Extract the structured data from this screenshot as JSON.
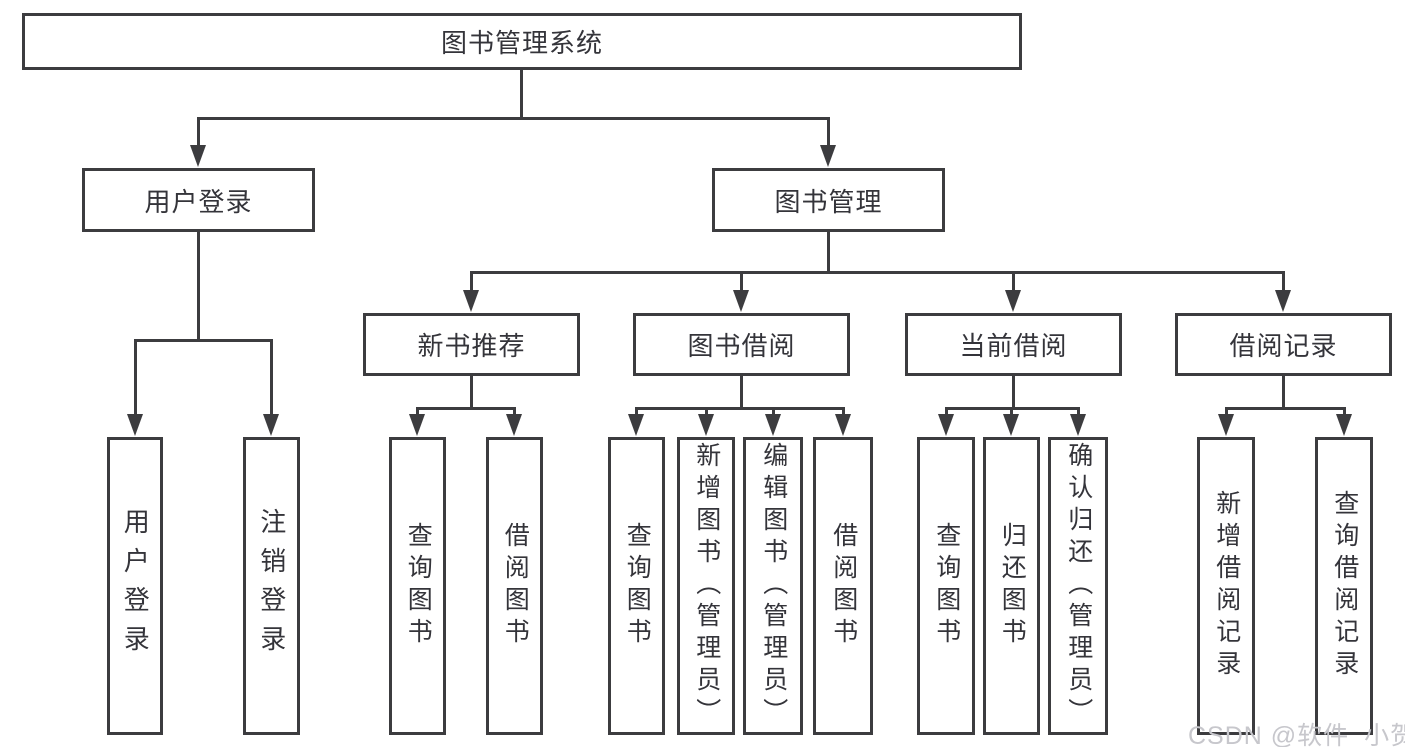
{
  "root": {
    "label": "图书管理系统"
  },
  "level2": [
    {
      "id": "user-login",
      "label": "用户登录"
    },
    {
      "id": "book-management",
      "label": "图书管理"
    }
  ],
  "level3": [
    {
      "id": "new-book-recommend",
      "label": "新书推荐"
    },
    {
      "id": "book-borrow",
      "label": "图书借阅"
    },
    {
      "id": "current-borrow",
      "label": "当前借阅"
    },
    {
      "id": "borrow-records",
      "label": "借阅记录"
    }
  ],
  "leaves": [
    {
      "group": "user-login",
      "label": "用户登录"
    },
    {
      "group": "user-login",
      "label": "注销登录"
    },
    {
      "group": "new-book-recommend",
      "label": "查询图书"
    },
    {
      "group": "new-book-recommend",
      "label": "借阅图书"
    },
    {
      "group": "book-borrow",
      "label": "查询图书"
    },
    {
      "group": "book-borrow",
      "label": "新增图书（管理员）"
    },
    {
      "group": "book-borrow",
      "label": "编辑图书（管理员）"
    },
    {
      "group": "book-borrow",
      "label": "借阅图书"
    },
    {
      "group": "current-borrow",
      "label": "查询图书"
    },
    {
      "group": "current-borrow",
      "label": "归还图书"
    },
    {
      "group": "current-borrow",
      "label": "确认归还（管理员）"
    },
    {
      "group": "borrow-records",
      "label": "新增借阅记录"
    },
    {
      "group": "borrow-records",
      "label": "查询借阅记录"
    }
  ],
  "watermark": {
    "text": "CSDN @软件_小贺同学"
  },
  "colors": {
    "line": "#3c3c3f",
    "text": "#34343a",
    "watermark": "#c7c7cc",
    "background": "#ffffff"
  }
}
